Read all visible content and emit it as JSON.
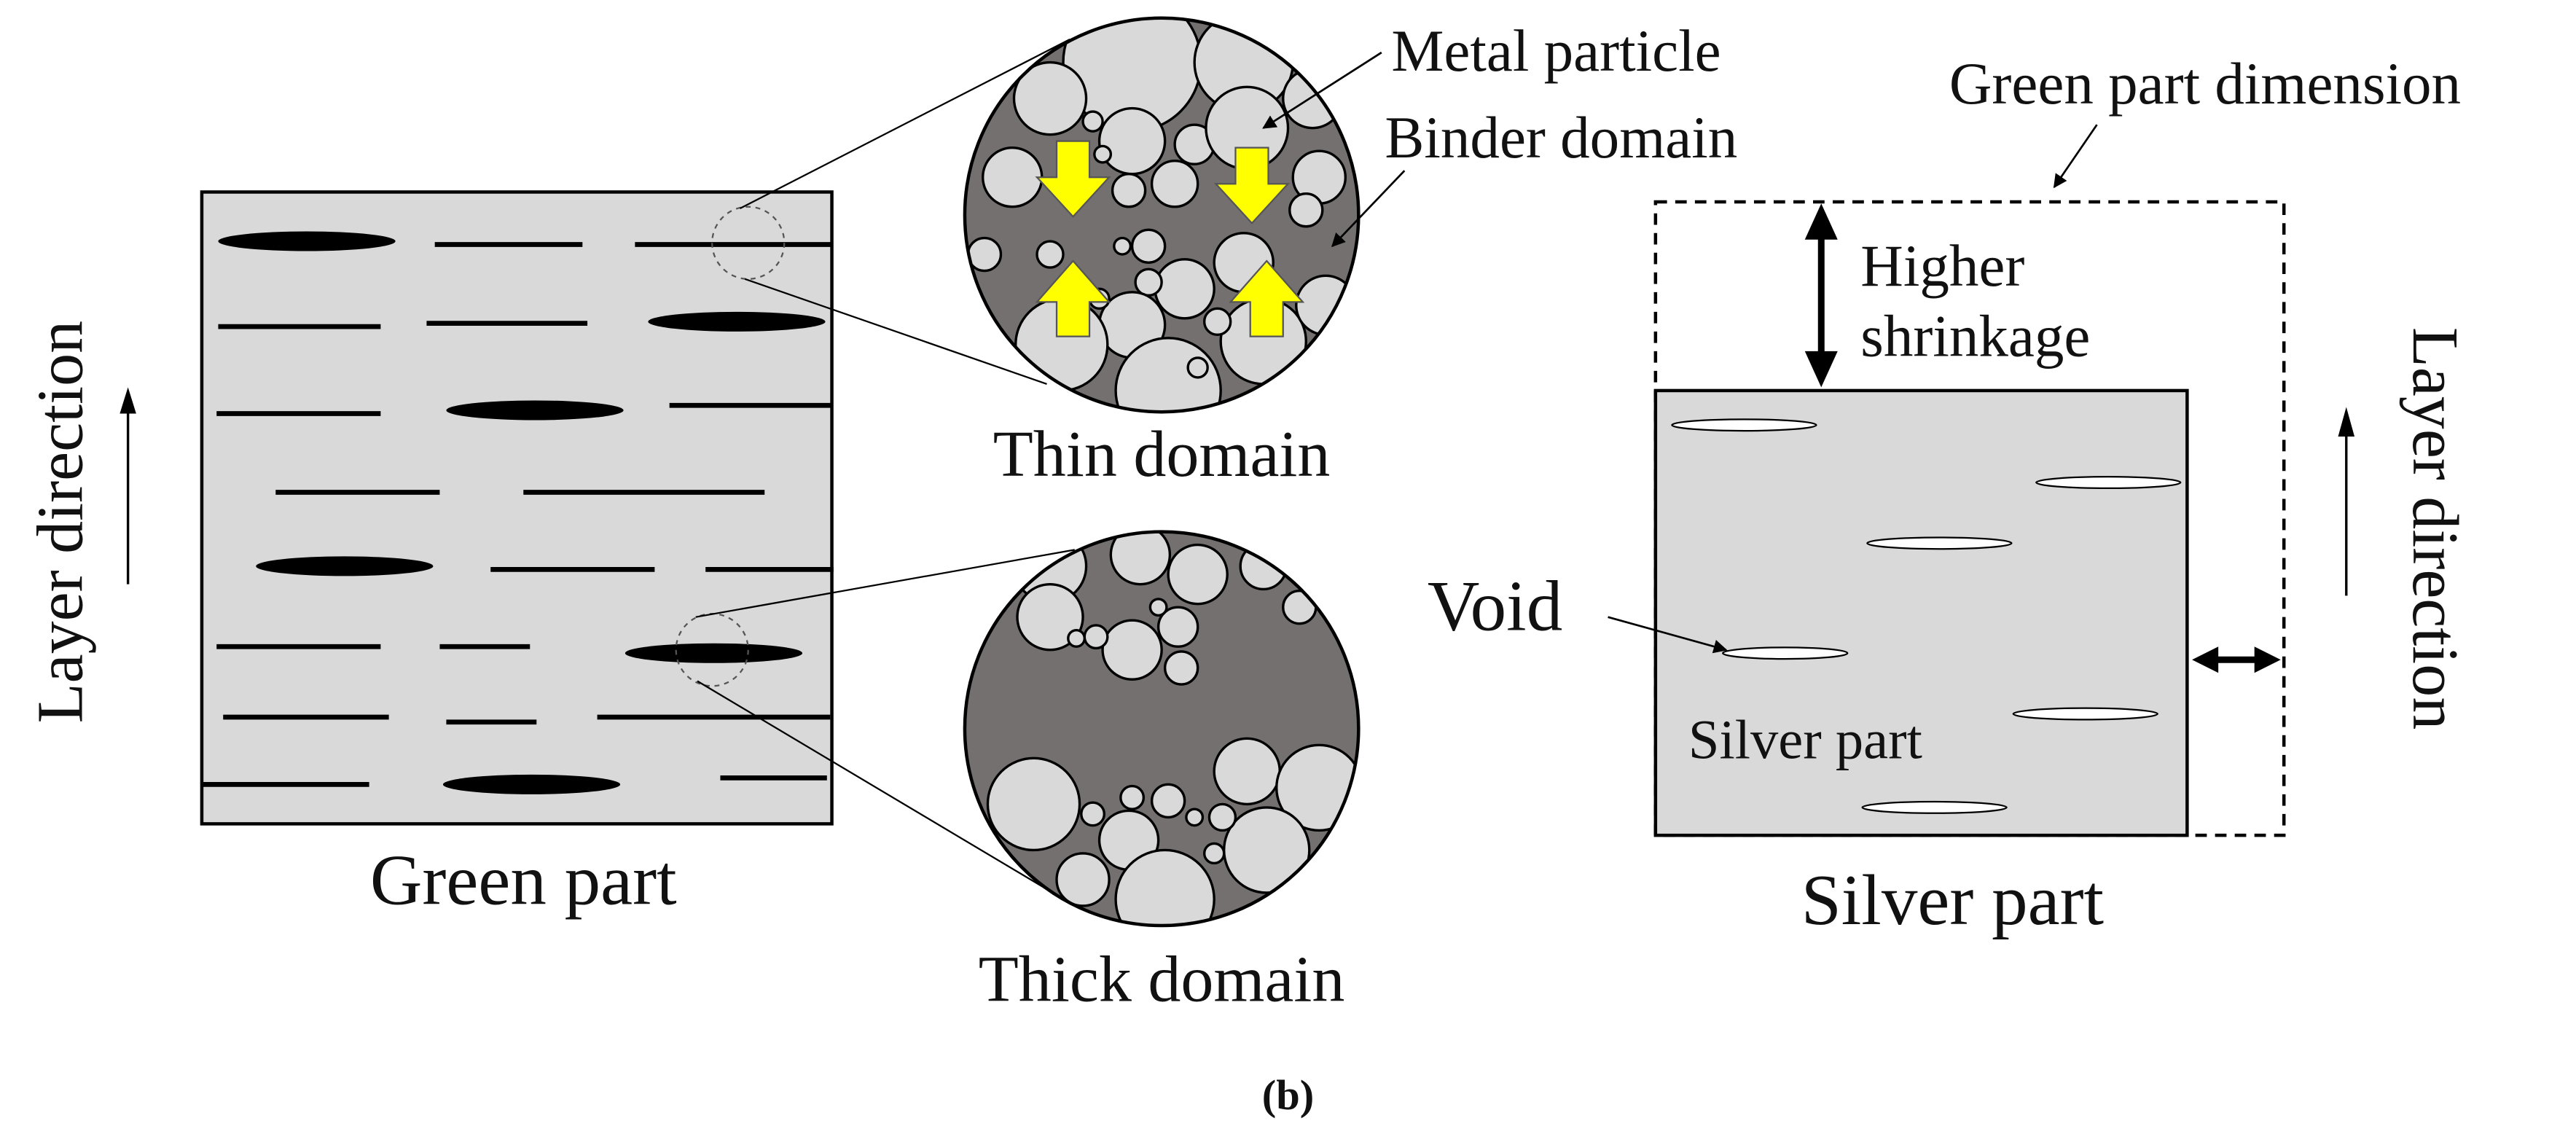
{
  "labels": {
    "layer_direction_left": "Layer direction",
    "green_part": "Green part",
    "thin_domain": "Thin domain",
    "thick_domain": "Thick domain",
    "metal_particle": "Metal particle",
    "binder_domain": "Binder domain",
    "green_part_dimension": "Green part dimension",
    "higher_shrinkage_line1": "Higher",
    "higher_shrinkage_line2": "shrinkage",
    "void": "Void",
    "silver_part_inner": "Silver part",
    "silver_part": "Silver part",
    "layer_direction_right": "Layer direction",
    "caption": "(b)"
  },
  "colors": {
    "part_fill": "#d9d9d9",
    "binder_fill": "#757070",
    "particle_fill": "#d9d9d9",
    "arrow_yellow": "#ffff00",
    "stroke": "#000000"
  }
}
